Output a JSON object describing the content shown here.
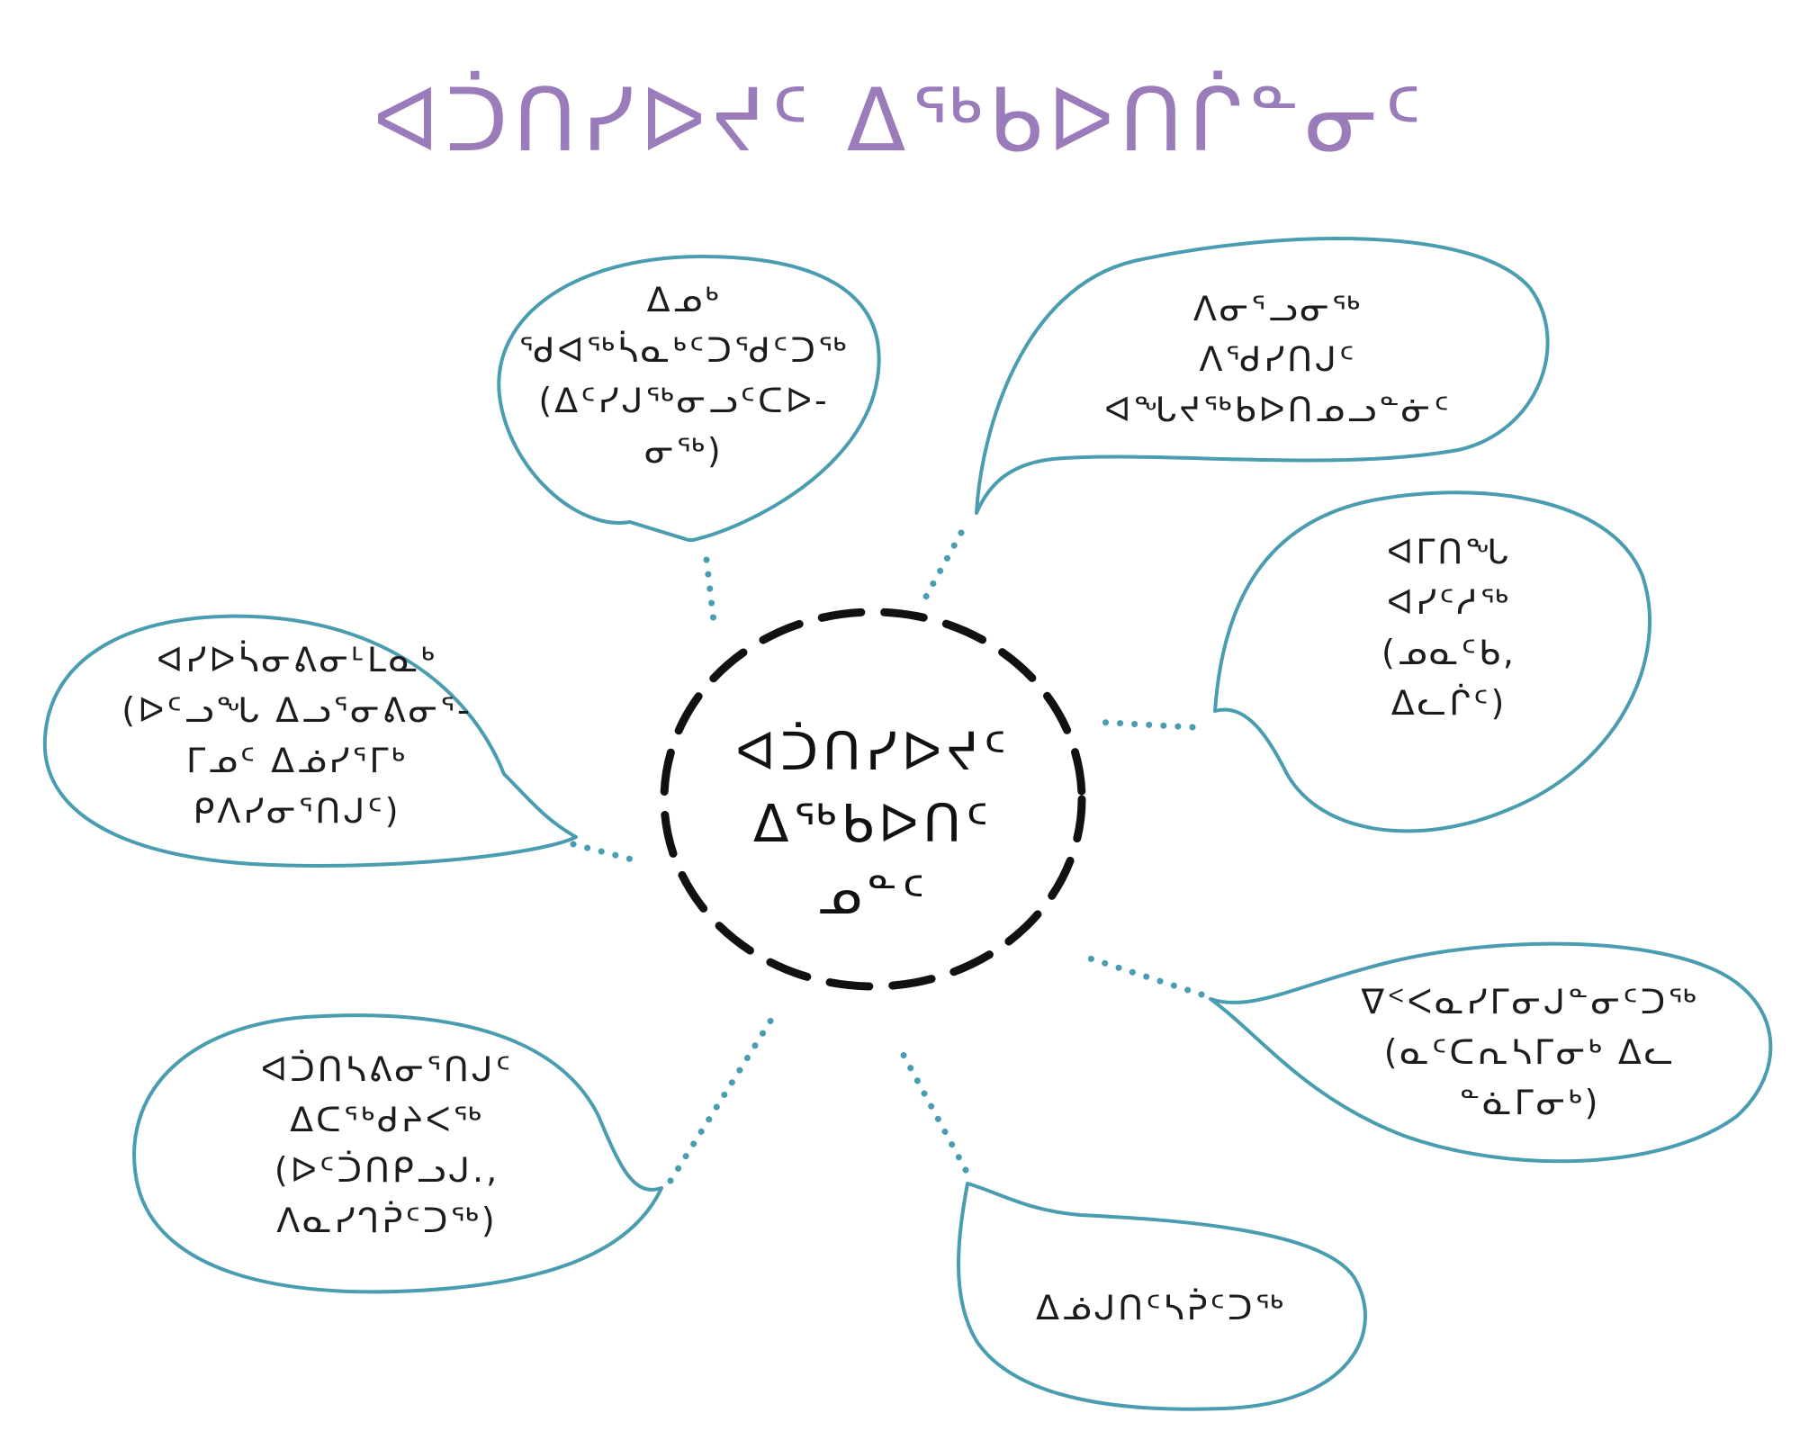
{
  "title": "ᐊᑑᑎᓯᐅᔪᑦ ᐃᖅᑲᐅᑎᒌᓐᓂᑦ",
  "center": {
    "lines": [
      "ᐊᑑᑎᓯᐅᔪᑦ",
      "ᐃᖅᑲᐅᑎᑦ",
      "ᓄᓐᑦ"
    ]
  },
  "bubbles": [
    {
      "id": "top-left",
      "lines": [
        "ᐃᓄᒃ",
        "ᖁᐊᖅᓵᓇᒃᑦᑐᖁᑦᑐᖅ",
        "(ᐃᑦᓯᒍᖅᓂᓗᑦᑕᐅ-",
        "ᓂᖅ)"
      ]
    },
    {
      "id": "top-right",
      "lines": [
        "ᐱᓂᕐᓗᓂᖅ",
        "ᐱᖁᓯᑎᒍᑦ",
        "ᐊᖓᔪᖅᑲᐅᑎᓄᓗᓐᓃᑦ"
      ]
    },
    {
      "id": "right",
      "lines": [
        "ᐊᒥᑎᖓ",
        "ᐊᓯᑦᓱᖅ",
        "(ᓄᓇᑦᑲ,",
        "ᐃᓚᒌᑦ)"
      ]
    },
    {
      "id": "left",
      "lines": [
        "ᐊᓯᐅᓵᓂᕕᓂᒻᒪᓇᒃ",
        "(ᐅᑦᓗᖓ ᐃᓗᕐᓂᕕᓂᕐ-",
        "ᒥᓄᑦ ᐃᓅᓯᕐᒥᒃ",
        "ᑭᐱᓯᓂᕐᑎᒍᑦ)"
      ]
    },
    {
      "id": "bottom-right",
      "lines": [
        "ᐁᑉᐸᓇᓯᒥᓂᒍᓐᓂᑦᑐᖅ",
        "(ᓇᑦᑕᕆᓴᒥᓂᒃ ᐃᓚ",
        "ᓐᓈᒥᓂᒃ)"
      ]
    },
    {
      "id": "bottom-left",
      "lines": [
        "ᐊᑑᑎᓴᕕᓂᕐᑎᒍᑦ",
        "ᐃᑕᕐᒃᑯᔨᐸᖅ",
        "(ᐅᑦᑑᑎᑭᓗᒍ.,",
        "ᐱᓇᓯᒉᕉᑦᑐᖅ)"
      ]
    },
    {
      "id": "bottom",
      "lines": [
        "ᐃᓅᒍᑎᑦᓴᕉᑦᑐᖅ"
      ]
    }
  ],
  "colors": {
    "title": "#9a7cba",
    "bubble_outline": "#4a9db0",
    "connector": "#4a9db0",
    "center_outline": "#111111",
    "text": "#1c1c1c"
  }
}
